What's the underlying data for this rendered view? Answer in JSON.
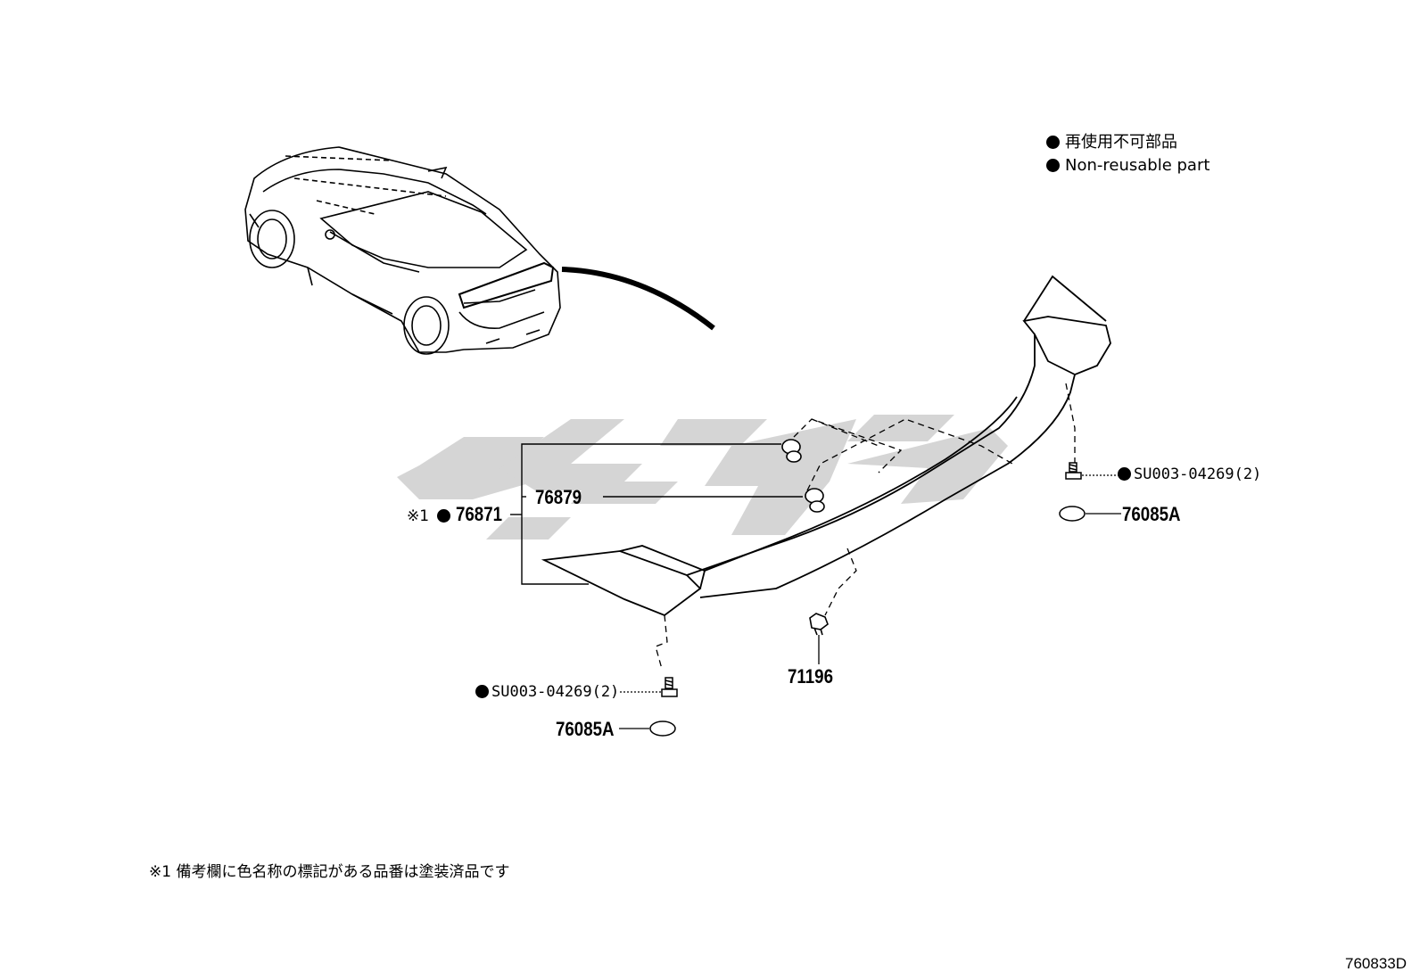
{
  "legend": {
    "line_jp": "再使用不可部品",
    "line_en": "Non-reusable part"
  },
  "parts": {
    "assembly_prefix": "※1",
    "assembly": "76871",
    "clip_upper": "76879",
    "clip_lower": "71196",
    "bolt_right": "SU003-04269(2)",
    "bolt_left": "SU003-04269(2)",
    "cap_right": "76085A",
    "cap_left": "76085A"
  },
  "footnote": "※1 備考欄に色名称の標記がある品番は塗装済品です",
  "diagram_code": "760833D",
  "colors": {
    "line": "#000000",
    "watermark": "#d2d2d2",
    "background": "#ffffff"
  },
  "icons": [
    "car-rear-view",
    "rear-spoiler",
    "push-clip",
    "bolt",
    "cap",
    "non-reusable-dot"
  ]
}
